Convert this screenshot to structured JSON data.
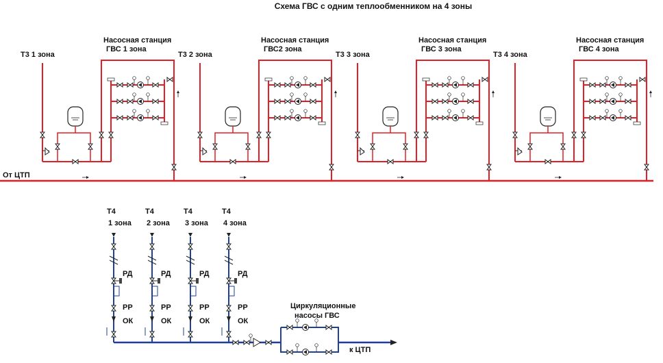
{
  "title": "Схема ГВС с одним теплообменником на 4 зоны",
  "supply_label": "От ЦТП",
  "return_label": "к ЦТП",
  "circ_pumps_label": [
    "Циркуляционные",
    "насосы ГВС"
  ],
  "colors": {
    "hot": "#e31e24",
    "cold": "#1f3f99",
    "equipment": "#222222",
    "background": "#ffffff"
  },
  "zones": [
    {
      "t3": "Т3 1 зона",
      "station": [
        "Насосная станция",
        "ГВС 1 зона"
      ]
    },
    {
      "t3": "Т3 2 зона",
      "station": [
        "Насосная станция",
        "ГВС2 зона"
      ]
    },
    {
      "t3": "Т3 3 зона",
      "station": [
        "Насосная станция",
        "ГВС 3 зона"
      ]
    },
    {
      "t3": "Т3 4 зона",
      "station": [
        "Насосная станция",
        "ГВС 4 зона"
      ]
    }
  ],
  "returns": [
    {
      "t4": [
        "Т4",
        "1 зона"
      ]
    },
    {
      "t4": [
        "Т4",
        "2 зона"
      ]
    },
    {
      "t4": [
        "Т4",
        "3 зона"
      ]
    },
    {
      "t4": [
        "Т4",
        "4 зона"
      ]
    }
  ],
  "valve_labels": {
    "rd": "РД",
    "rr": "РР",
    "ok": "ОК"
  }
}
